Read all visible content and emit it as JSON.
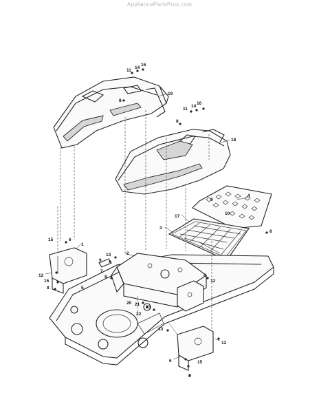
{
  "watermark": "AppliancePartsPros.com",
  "callouts": [
    "11",
    "14",
    "16",
    "19",
    "8",
    "11",
    "14",
    "16",
    "8",
    "18",
    "4",
    "9",
    "10",
    "17",
    "3",
    "8",
    "15",
    "1",
    "6",
    "13",
    "9",
    "2",
    "12",
    "15",
    "8",
    "7",
    "8",
    "5",
    "20",
    "21",
    "22",
    "4",
    "12",
    "23",
    "13",
    "12",
    "6",
    "15",
    "8"
  ]
}
